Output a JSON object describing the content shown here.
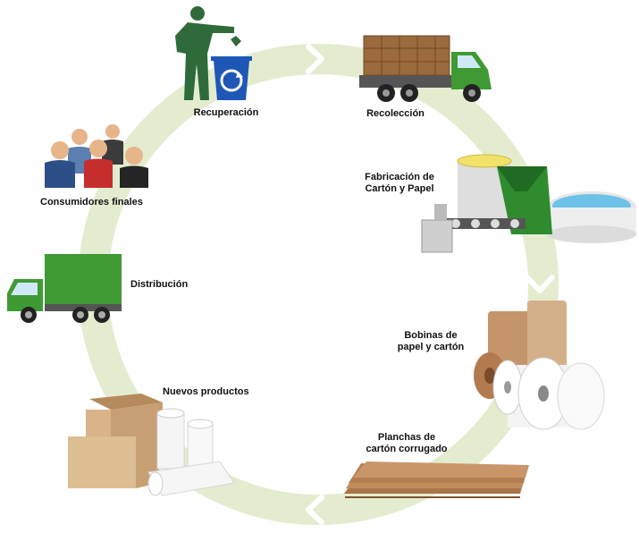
{
  "stages": [
    {
      "id": "recuperacion",
      "label": "Recuperación"
    },
    {
      "id": "recoleccion",
      "label": "Recolección"
    },
    {
      "id": "fabricacion",
      "label_lines": [
        "Fabricación de",
        "Cartón y Papel"
      ]
    },
    {
      "id": "bobinas",
      "label_lines": [
        "Bobinas de",
        "papel y cartón"
      ]
    },
    {
      "id": "planchas",
      "label_lines": [
        "Planchas de",
        "cartón corrugado"
      ]
    },
    {
      "id": "nuevos",
      "label": "Nuevos productos"
    },
    {
      "id": "distribucion",
      "label": "Distribución"
    },
    {
      "id": "consumidores",
      "label": "Consumidores finales"
    }
  ],
  "colors": {
    "cycle_ring": "#e4eccf",
    "arrow": "#ffffff",
    "truck_green": "#3f9a34",
    "person_green": "#2f6b3a",
    "recycle_blue": "#1f57b7",
    "cardboard": "#b9865a",
    "label_text": "#111111"
  },
  "icons": [
    "person-throwing-trash-icon",
    "recycle-bin-icon",
    "delivery-truck-icon",
    "paper-mill-icon",
    "paper-rolls-icon",
    "corrugated-sheets-icon",
    "boxes-and-rolls-icon",
    "green-truck-icon",
    "consumers-group-icon"
  ]
}
